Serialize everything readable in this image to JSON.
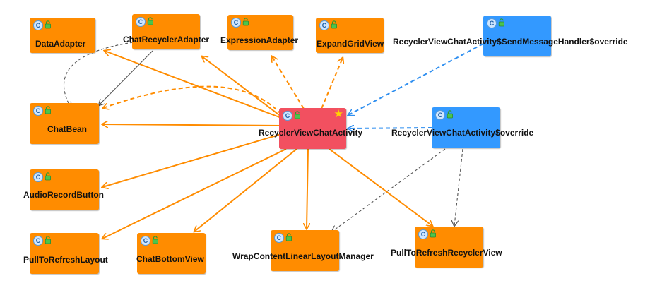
{
  "diagram": {
    "nodes": [
      {
        "id": "dataAdapter",
        "label": "DataAdapter",
        "kind": "class",
        "color": "orange"
      },
      {
        "id": "chatRecyclerAdapter",
        "label": "ChatRecyclerAdapter",
        "kind": "class",
        "color": "orange"
      },
      {
        "id": "expressionAdapter",
        "label": "ExpressionAdapter",
        "kind": "class",
        "color": "orange"
      },
      {
        "id": "expandGridView",
        "label": "ExpandGridView",
        "kind": "class",
        "color": "orange"
      },
      {
        "id": "sendMessageHandler",
        "label": "RecyclerViewChatActivity$SendMessageHandler$override",
        "kind": "class",
        "color": "blue"
      },
      {
        "id": "chatBean",
        "label": "ChatBean",
        "kind": "class",
        "color": "orange"
      },
      {
        "id": "recyclerViewChatActivity",
        "label": "RecyclerViewChatActivity",
        "kind": "class",
        "color": "red",
        "starred": true
      },
      {
        "id": "activityOverride",
        "label": "RecyclerViewChatActivity$override",
        "kind": "class",
        "color": "blue"
      },
      {
        "id": "audioRecordButton",
        "label": "AudioRecordButton",
        "kind": "class",
        "color": "orange"
      },
      {
        "id": "pullToRefreshLayout",
        "label": "PullToRefreshLayout",
        "kind": "class",
        "color": "orange"
      },
      {
        "id": "chatBottomView",
        "label": "ChatBottomView",
        "kind": "class",
        "color": "orange"
      },
      {
        "id": "wrapContentLLM",
        "label": "WrapContentLinearLayoutManager",
        "kind": "class",
        "color": "orange"
      },
      {
        "id": "pullToRefreshRecyclerView",
        "label": "PullToRefreshRecyclerView",
        "kind": "class",
        "color": "orange"
      }
    ],
    "edges": [
      {
        "from": "recyclerViewChatActivity",
        "to": "dataAdapter",
        "style": "solid",
        "color": "orange"
      },
      {
        "from": "recyclerViewChatActivity",
        "to": "chatRecyclerAdapter",
        "style": "solid",
        "color": "orange"
      },
      {
        "from": "recyclerViewChatActivity",
        "to": "expressionAdapter",
        "style": "dashed",
        "color": "orange"
      },
      {
        "from": "recyclerViewChatActivity",
        "to": "expandGridView",
        "style": "dashed",
        "color": "orange"
      },
      {
        "from": "recyclerViewChatActivity",
        "to": "chatBean",
        "style": "solid",
        "color": "orange"
      },
      {
        "from": "recyclerViewChatActivity",
        "to": "chatBean",
        "style": "dashed",
        "color": "orange",
        "curve": true
      },
      {
        "from": "recyclerViewChatActivity",
        "to": "audioRecordButton",
        "style": "solid",
        "color": "orange"
      },
      {
        "from": "recyclerViewChatActivity",
        "to": "pullToRefreshLayout",
        "style": "solid",
        "color": "orange"
      },
      {
        "from": "recyclerViewChatActivity",
        "to": "chatBottomView",
        "style": "solid",
        "color": "orange"
      },
      {
        "from": "recyclerViewChatActivity",
        "to": "wrapContentLLM",
        "style": "solid",
        "color": "orange"
      },
      {
        "from": "recyclerViewChatActivity",
        "to": "pullToRefreshRecyclerView",
        "style": "solid",
        "color": "orange"
      },
      {
        "from": "chatRecyclerAdapter",
        "to": "chatBean",
        "style": "solid",
        "color": "gray"
      },
      {
        "from": "dataAdapter",
        "to": "chatBean",
        "style": "dashed",
        "color": "gray",
        "curve": true
      },
      {
        "from": "sendMessageHandler",
        "to": "recyclerViewChatActivity",
        "style": "dashed",
        "color": "blue"
      },
      {
        "from": "activityOverride",
        "to": "recyclerViewChatActivity",
        "style": "dashed",
        "color": "blue"
      },
      {
        "from": "activityOverride",
        "to": "wrapContentLLM",
        "style": "dashed",
        "color": "gray"
      },
      {
        "from": "activityOverride",
        "to": "pullToRefreshRecyclerView",
        "style": "dashed",
        "color": "gray"
      }
    ],
    "colors": {
      "orange": "#ff8c00",
      "blue": "#3399ff",
      "red": "#f25060",
      "gray": "#555555",
      "edge_orange": "#ff8c00",
      "edge_blue": "#2f8ff0",
      "edge_gray": "#555555"
    },
    "icons": {
      "badge": "class-badge-icon",
      "lock": "unlock-icon",
      "star": "star-icon"
    },
    "badge_letter": "C"
  }
}
